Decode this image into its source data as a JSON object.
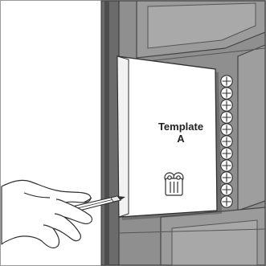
{
  "template": {
    "title_line1": "Template",
    "title_line2": "A"
  },
  "colors": {
    "door_dark": "#5c5c5c",
    "door_mid": "#8a8a8a",
    "door_light": "#a7a7a7",
    "frame_edge": "#3f3f3f",
    "paper": "#ffffff",
    "outline": "#333333"
  },
  "icons": {
    "lock_cylinder": "euro-cylinder-icon",
    "screw_holes": "plus-circle-icon",
    "hand": "hand-with-pencil-illustration"
  }
}
